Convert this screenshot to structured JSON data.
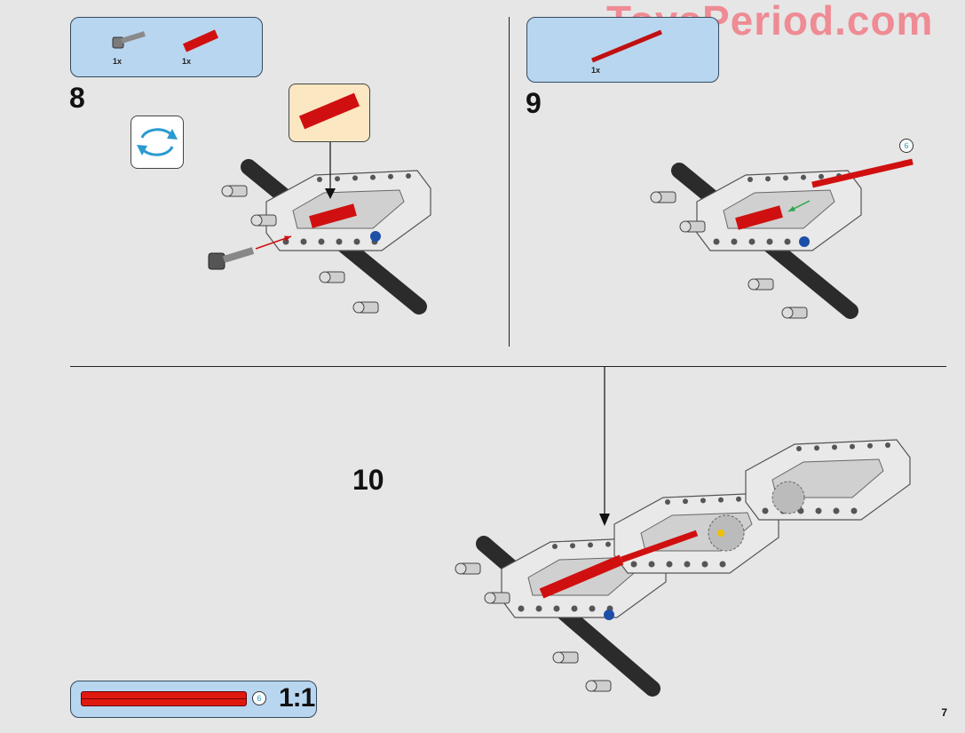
{
  "watermark": "ToysPeriod.com",
  "steps": [
    {
      "number": "8",
      "parts": [
        {
          "name": "connector-peg",
          "qty": "1x",
          "color": "#7a7a7a"
        },
        {
          "name": "red-connector",
          "qty": "1x",
          "color": "#d01010"
        }
      ]
    },
    {
      "number": "9",
      "parts": [
        {
          "name": "red-axle-6",
          "qty": "1x",
          "color": "#c01010",
          "length_badge": "6"
        }
      ],
      "axle_badge": "6"
    },
    {
      "number": "10"
    }
  ],
  "ruler": {
    "badge": "6",
    "scale": "1:1",
    "color": "#e0190f"
  },
  "page_number": "7",
  "colors": {
    "callout_bg": "#b9d6f0",
    "subassembly_bg": "#fbe7c2",
    "rotate_arrow": "#2a9ad0",
    "frame": "#e9e9e9",
    "beam": "#2b2b2b"
  }
}
